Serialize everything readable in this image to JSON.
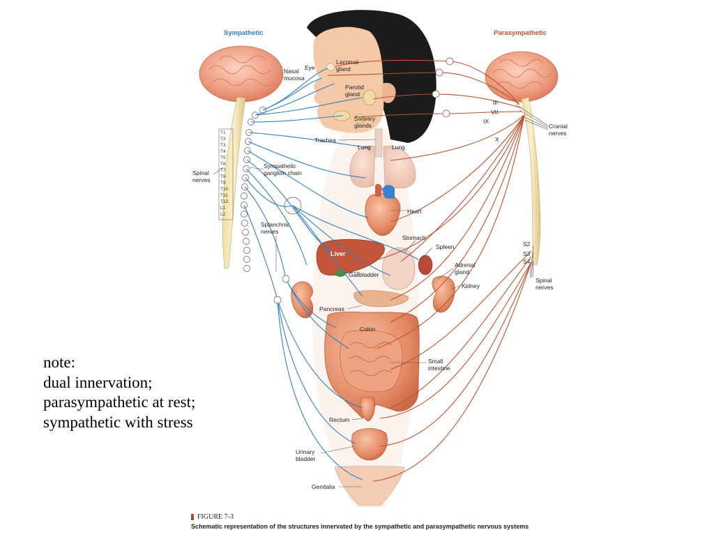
{
  "diagram": {
    "headers": {
      "sympathetic": "Sympathetic",
      "parasympathetic": "Parasympathetic"
    },
    "labels": {
      "eye": "Eye",
      "lacrimal": [
        "Lacrimal",
        "gland"
      ],
      "nasal": [
        "Nasal",
        "mucosa"
      ],
      "parotid": [
        "Parotid",
        "gland"
      ],
      "salivary": [
        "Salivary",
        "glands"
      ],
      "trachea": "Trachea",
      "lung_left": "Lung",
      "lung_right": "Lung",
      "spinal_left": [
        "Spinal",
        "nerves"
      ],
      "ganglion": [
        "Sympathetic",
        "ganglion chain"
      ],
      "heart": "Heart",
      "splanchnic": [
        "Splanchnic",
        "nerves"
      ],
      "stomach": "Stomach",
      "spleen": "Spleen",
      "liver": "Liver",
      "adrenal": [
        "Adrenal",
        "gland"
      ],
      "gallbladder": "Gallbladder",
      "kidney": "Kidney",
      "pancreas": "Pancreas",
      "colon": "Colon",
      "small_intestine": [
        "Small",
        "intestine"
      ],
      "rectum": "Rectum",
      "urinary": [
        "Urinary",
        "bladder"
      ],
      "genitalia": "Genitalia",
      "cranial_nerves": [
        "Cranial",
        "nerves"
      ],
      "spinal_right": [
        "Spinal",
        "nerves"
      ],
      "cranial_numerals": [
        "III",
        "VII",
        "IX",
        "X"
      ],
      "sacral": [
        "S2",
        "S3",
        "S4"
      ],
      "thoracic_segments": [
        "T1",
        "T2",
        "T3",
        "T4",
        "T5",
        "T6",
        "T7",
        "T8",
        "T9",
        "T10",
        "T11",
        "T12",
        "L1",
        "L2"
      ]
    }
  },
  "note": {
    "lines": [
      "note:",
      "dual innervation;",
      "parasympathetic at rest;",
      "sympathetic with stress"
    ]
  },
  "figure": {
    "number": "FIGURE 7-3",
    "caption": "Schematic representation of the structures innervated by the sympathetic and parasympathetic nervous systems"
  },
  "colors": {
    "sympathetic": "#2f7fc1",
    "parasympathetic": "#c0502e",
    "brain": "#f2a58a",
    "organ": "#e8956f",
    "hair": "#1a1a1a",
    "skin": "#f4c9a8"
  }
}
